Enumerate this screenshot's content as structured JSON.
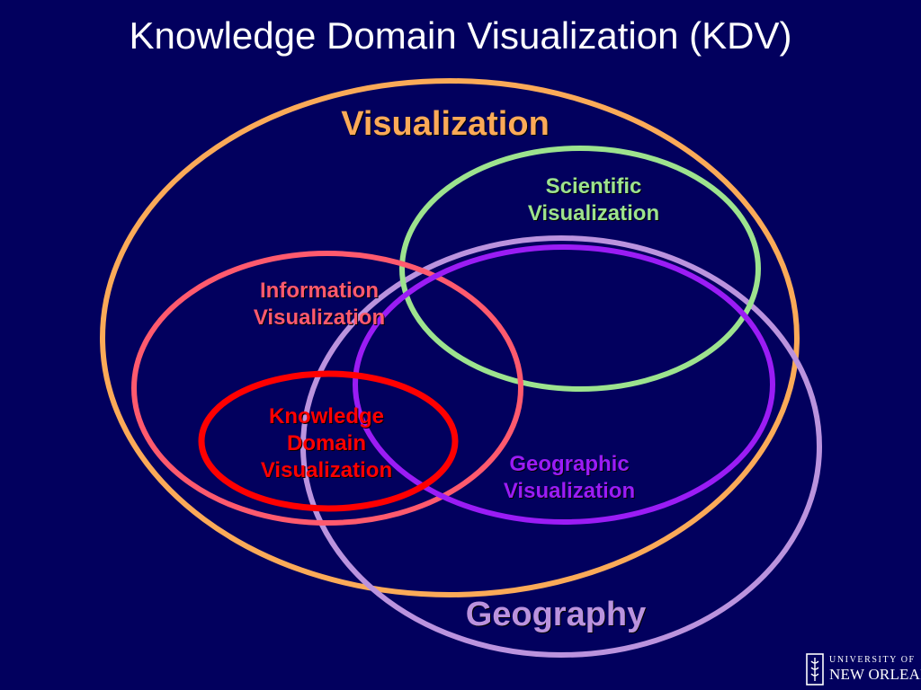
{
  "title": "Knowledge Domain Visualization (KDV)",
  "colors": {
    "background": "#02005E",
    "title": "#FFFFFF",
    "visualization": "#FBAA58",
    "scientific": "#9DE38E",
    "information": "#FF5A6E",
    "geographic": "#9B1CF5",
    "geography": "#BB93DE",
    "knowledge": "#FF0000"
  },
  "sets": {
    "visualization": {
      "lines": [
        "Visualization"
      ]
    },
    "scientific": {
      "lines": [
        "Scientific",
        "Visualization"
      ]
    },
    "information": {
      "lines": [
        "Information",
        "Visualization"
      ]
    },
    "knowledge": {
      "lines": [
        "Knowledge",
        "Domain",
        "Visualization"
      ]
    },
    "geographic": {
      "lines": [
        "Geographic",
        "Visualization"
      ]
    },
    "geography": {
      "lines": [
        "Geography"
      ]
    }
  },
  "logo": {
    "line1": "UNIVERSITY OF",
    "line2": "NEW ORLEANS",
    "icon": "university-crest-icon"
  }
}
